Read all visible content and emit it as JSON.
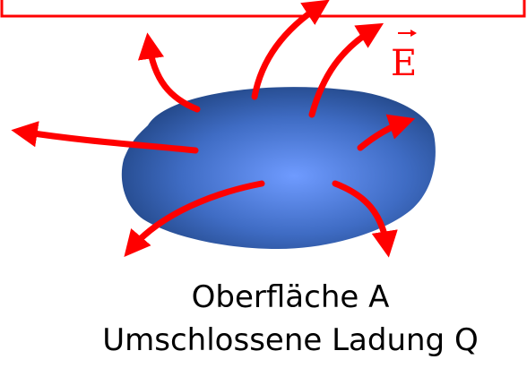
{
  "colors": {
    "field_lines": "#ff0000",
    "box_border": "#ff0000",
    "surface_light": "#6f9bff",
    "surface_dark": "#1c3f7a",
    "text": "#000000"
  },
  "field_label": "E",
  "field_label_accent": "vector-arrow",
  "caption": {
    "surface": "Oberfläche A",
    "charge": "Umschlossene Ladung Q"
  }
}
